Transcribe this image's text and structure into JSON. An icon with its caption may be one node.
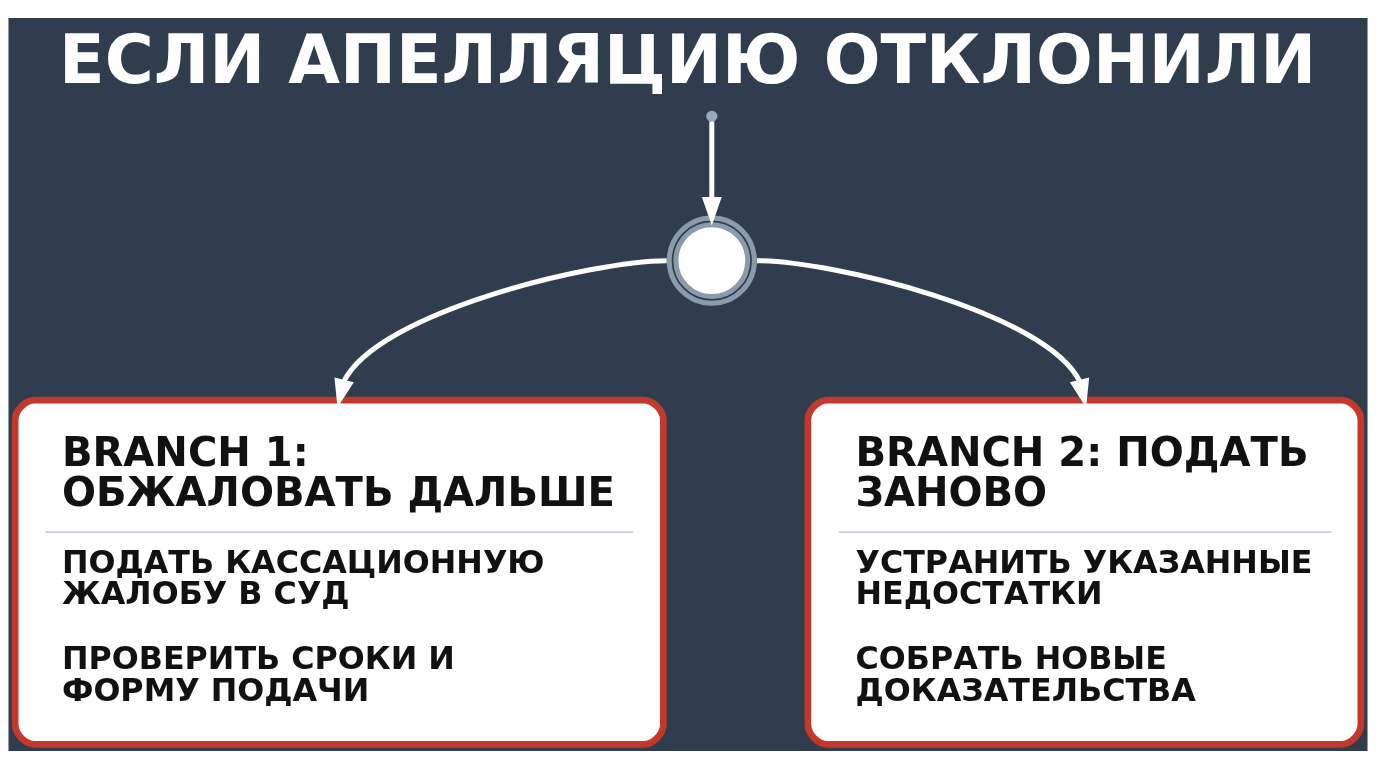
{
  "diagram": {
    "title": "ЕСЛИ АПЕЛЛЯЦИЮ ОТКЛОНИЛИ",
    "nodes": [
      {
        "text": [],
        "shape": "circle"
      },
      {
        "text": [
          "BRANCH 1: ОБЖАЛОВАТЬ ДАЛЬШЕ",
          "ПОДАТЬ КАССАЦИОННУЮ ЖАЛОБУ В СУД",
          "ПРОВЕРИТЬ СРОКИ И ФОРМУ ПОДАЧИ"
        ]
      },
      {
        "text": [
          "BRANCH 2: ПОДАТЬ ЗАНОВО",
          "УСТРАНИТЬ УКАЗАННЫЕ НЕДОСТАТКИ",
          "СОБРАТЬ НОВЫЕ ДОКАЗАТЕЛЬСТВА"
        ]
      }
    ],
    "edges": [
      {
        "from": null,
        "to": 0,
        "arrow": "to"
      },
      {
        "from": 0,
        "to": 1,
        "arrow": "to"
      },
      {
        "from": 0,
        "to": 2,
        "arrow": "to"
      }
    ]
  }
}
